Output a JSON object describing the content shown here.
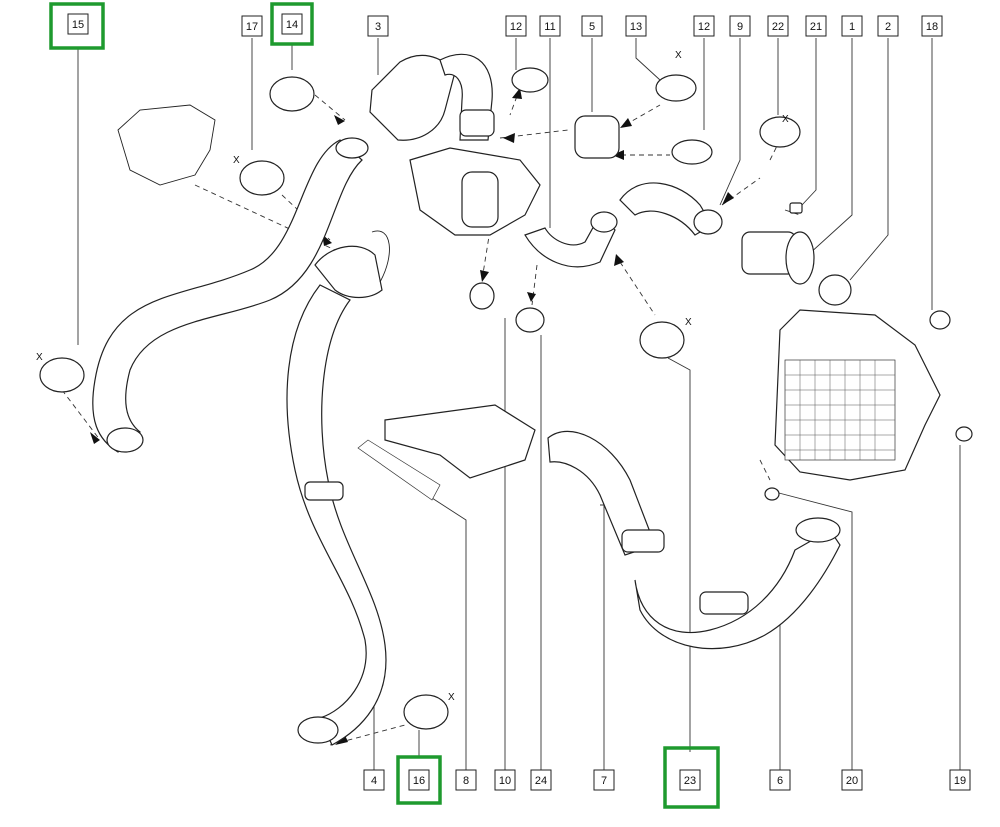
{
  "labels": [
    {
      "id": "15",
      "text": "15",
      "highlighted": true
    },
    {
      "id": "17",
      "text": "17",
      "highlighted": false
    },
    {
      "id": "14",
      "text": "14",
      "highlighted": true
    },
    {
      "id": "3",
      "text": "3",
      "highlighted": false
    },
    {
      "id": "12a",
      "text": "12",
      "highlighted": false
    },
    {
      "id": "11",
      "text": "11",
      "highlighted": false
    },
    {
      "id": "5",
      "text": "5",
      "highlighted": false
    },
    {
      "id": "13",
      "text": "13",
      "highlighted": false
    },
    {
      "id": "12b",
      "text": "12",
      "highlighted": false
    },
    {
      "id": "9",
      "text": "9",
      "highlighted": false
    },
    {
      "id": "22",
      "text": "22",
      "highlighted": false
    },
    {
      "id": "21",
      "text": "21",
      "highlighted": false
    },
    {
      "id": "1",
      "text": "1",
      "highlighted": false
    },
    {
      "id": "2",
      "text": "2",
      "highlighted": false
    },
    {
      "id": "18",
      "text": "18",
      "highlighted": false
    },
    {
      "id": "4",
      "text": "4",
      "highlighted": false
    },
    {
      "id": "16",
      "text": "16",
      "highlighted": true
    },
    {
      "id": "8",
      "text": "8",
      "highlighted": false
    },
    {
      "id": "10",
      "text": "10",
      "highlighted": false
    },
    {
      "id": "24",
      "text": "24",
      "highlighted": false
    },
    {
      "id": "7",
      "text": "7",
      "highlighted": false
    },
    {
      "id": "23",
      "text": "23",
      "highlighted": true
    },
    {
      "id": "6",
      "text": "6",
      "highlighted": false
    },
    {
      "id": "20",
      "text": "20",
      "highlighted": false
    },
    {
      "id": "19",
      "text": "19",
      "highlighted": false
    }
  ],
  "dimension_marks": [
    "X",
    "X",
    "X",
    "X",
    "X",
    "X"
  ],
  "highlight_color": "#1e9a2e"
}
